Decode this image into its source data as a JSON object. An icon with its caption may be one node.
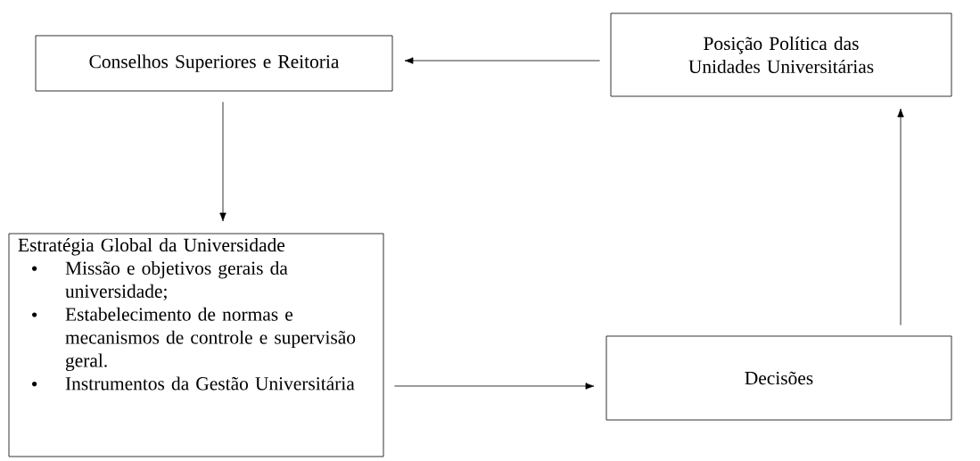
{
  "diagram": {
    "nodes": [
      {
        "text": [
          "Conselhos Superiores e Reitoria"
        ]
      },
      {
        "text": [
          "Posição Política das Unidades Universitárias"
        ]
      },
      {
        "text": [
          "Estratégia Global da Universidade",
          "Missão e objetivos gerais da universidade;",
          "Estabelecimento de normas e mecanismos de controle e supervisão geral.",
          "Instrumentos da Gestão Universitária"
        ]
      },
      {
        "text": [
          "Decisões"
        ]
      }
    ],
    "edges": [
      {
        "from": 1,
        "to": 0,
        "arrow": "to"
      },
      {
        "from": 0,
        "to": 2,
        "arrow": "to"
      },
      {
        "from": 2,
        "to": 3,
        "arrow": "to"
      },
      {
        "from": 3,
        "to": 1,
        "arrow": "to"
      }
    ]
  }
}
